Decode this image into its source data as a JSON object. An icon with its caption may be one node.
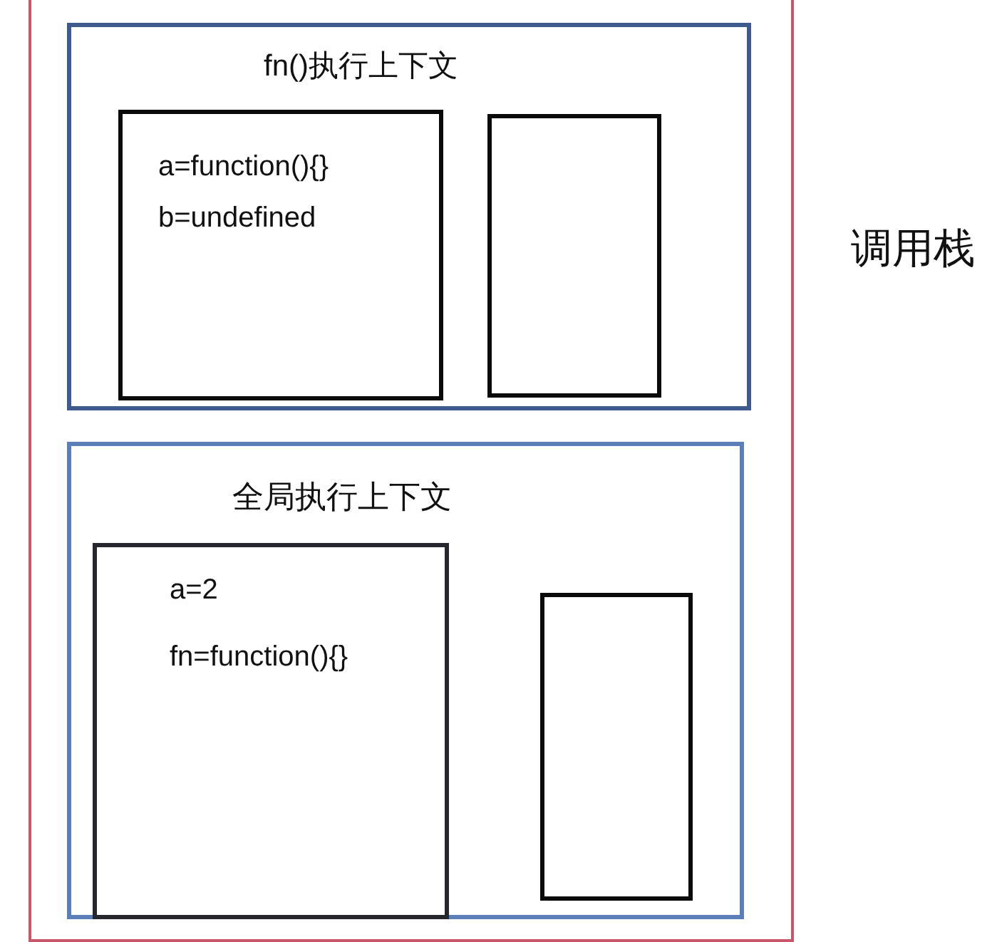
{
  "diagram": {
    "nodes": [
      {
        "text": [
          "调用栈"
        ]
      },
      {
        "text": [
          "fn()执行上下文"
        ],
        "in": 0
      },
      {
        "text": [
          "a=function(){}",
          "b=undefined"
        ],
        "in": 1
      },
      {
        "text": [],
        "shape": "box",
        "in": 1
      },
      {
        "text": [
          "全局执行上下文"
        ],
        "in": 0
      },
      {
        "text": [
          "a=2",
          "fn=function(){}"
        ],
        "in": 4
      },
      {
        "text": [],
        "shape": "box",
        "in": 4
      }
    ]
  }
}
